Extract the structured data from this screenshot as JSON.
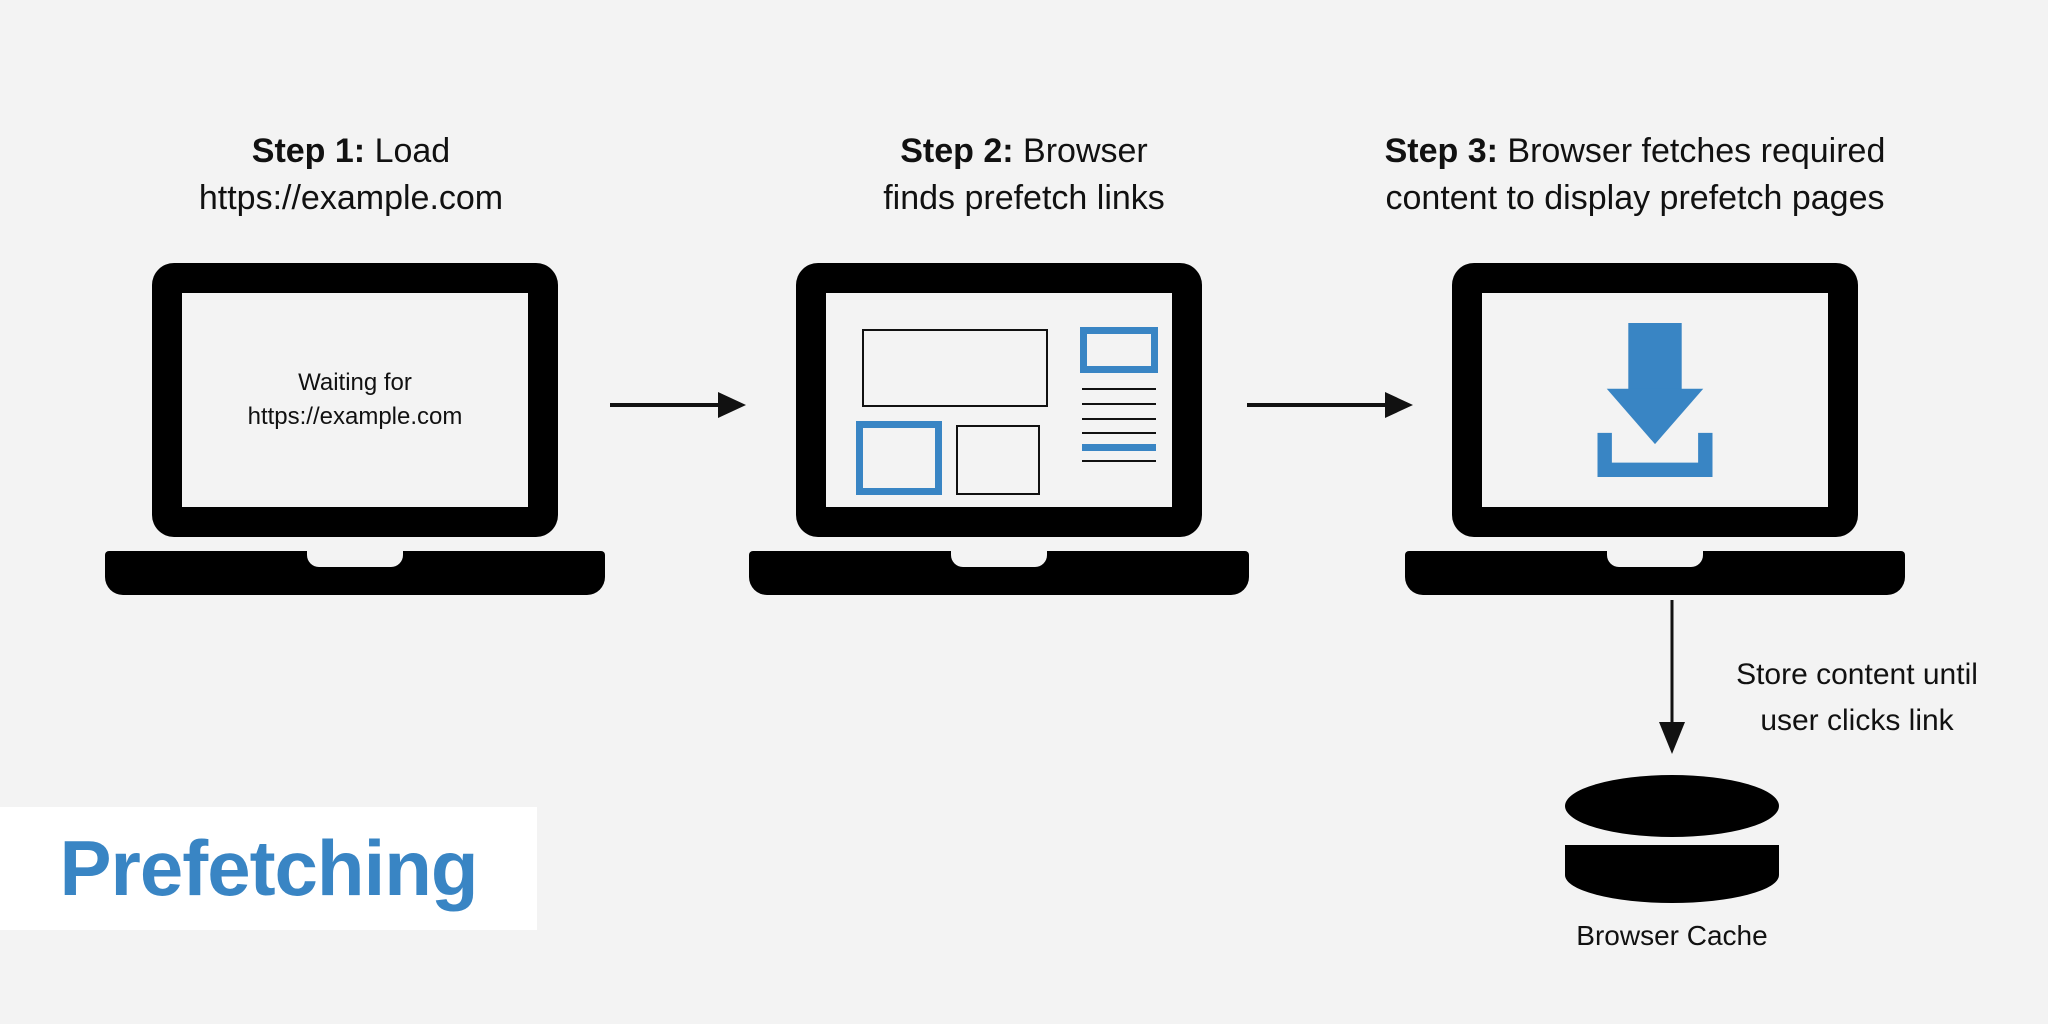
{
  "title": "Prefetching",
  "colors": {
    "background": "#f3f3f3",
    "accent_blue": "#3985c4",
    "ink": "#111111",
    "title_panel": "#ffffff"
  },
  "steps": [
    {
      "heading_bold": "Step 1:",
      "heading_rest": " Load",
      "heading_line2": "https://example.com",
      "screen_text_line1": "Waiting for",
      "screen_text_line2": "https://example.com",
      "screen_content": "waiting-text"
    },
    {
      "heading_bold": "Step 2:",
      "heading_rest": " Browser",
      "heading_line2": "finds prefetch links",
      "screen_content": "page-wireframe"
    },
    {
      "heading_bold": "Step 3:",
      "heading_rest": " Browser fetches required",
      "heading_line2": "content to display prefetch pages",
      "screen_content": "download-icon"
    }
  ],
  "flow": {
    "store_note_line1": "Store content until",
    "store_note_line2": "user clicks link",
    "cache_label": "Browser Cache"
  },
  "icons": {
    "laptop": "laptop-icon",
    "download": "download-icon",
    "database": "database-cylinder-icon",
    "arrow_right": "arrow-right-icon",
    "arrow_down": "arrow-down-icon"
  }
}
